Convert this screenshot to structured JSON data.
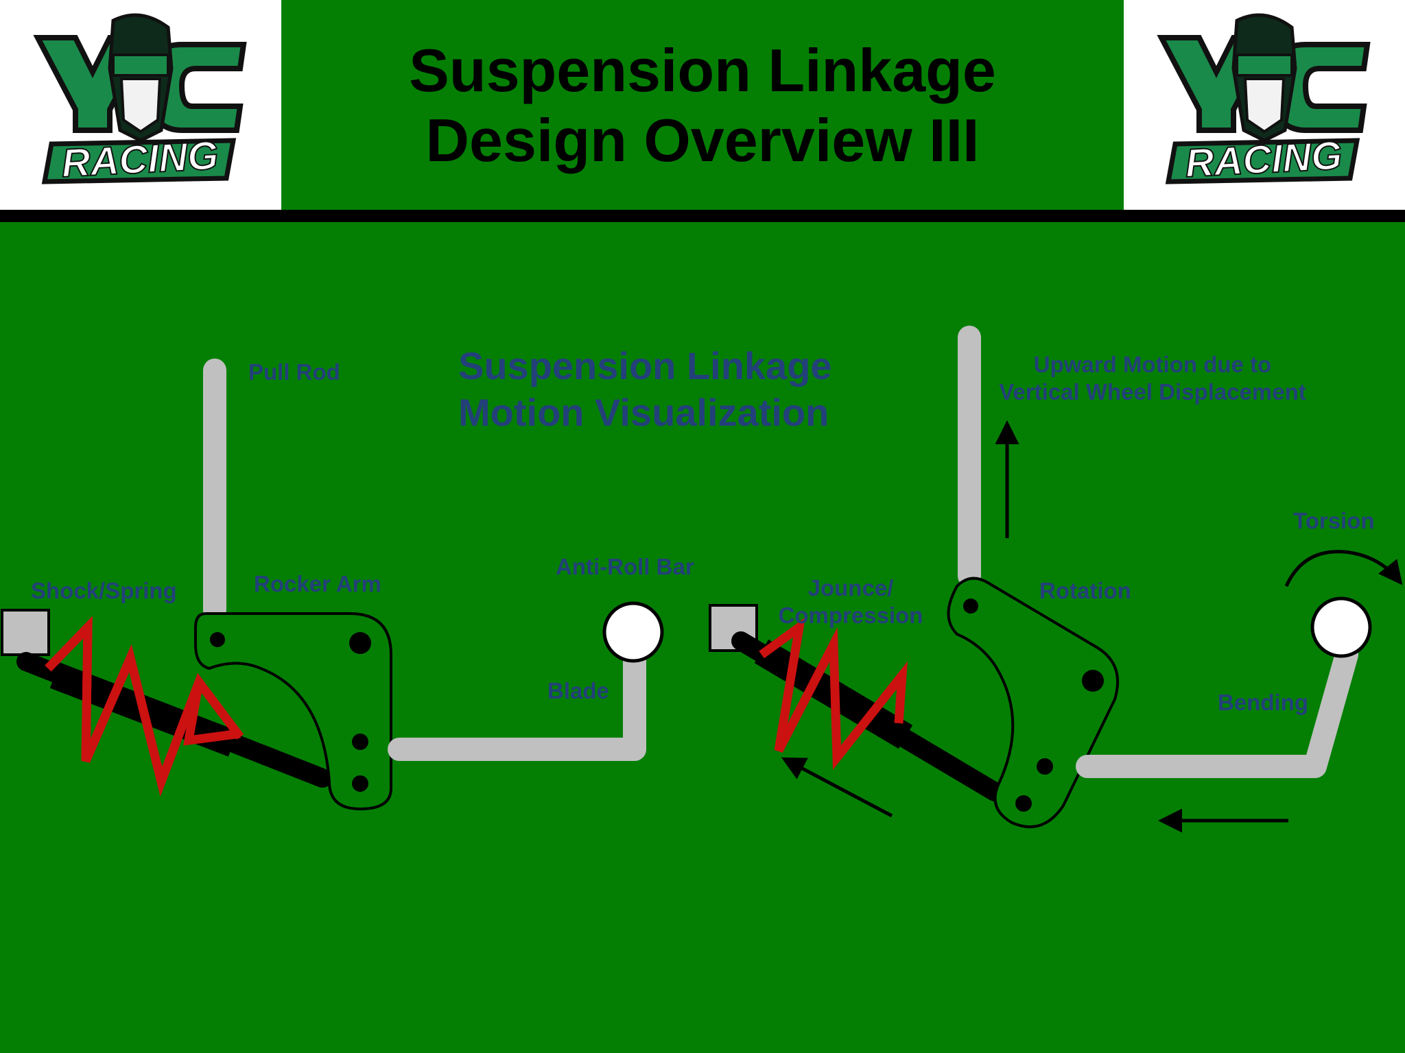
{
  "header": {
    "title_line1": "Suspension Linkage",
    "title_line2": "Design Overview III",
    "logo_text_top": "YC",
    "logo_text_bottom": "RACING"
  },
  "diagram": {
    "subtitle_line1": "Suspension Linkage",
    "subtitle_line2": "Motion Visualization",
    "labels": {
      "pull_rod": "Pull Rod",
      "shock_spring": "Shock/Spring",
      "rocker_arm": "Rocker Arm",
      "anti_roll_bar": "Anti-Roll Bar",
      "blade": "Blade",
      "upward_motion_line1": "Upward Motion due to",
      "upward_motion_line2": "Vertical Wheel Displacement",
      "torsion": "Torsion",
      "jounce_line1": "Jounce/",
      "jounce_line2": "Compression",
      "rotation": "Rotation",
      "bending": "Bending"
    }
  },
  "colors": {
    "background": "#047f04",
    "label_text": "#23407a",
    "link_gray": "#c0c0c0",
    "spring_red": "#cc1111",
    "logo_green": "#1a8a4a"
  }
}
